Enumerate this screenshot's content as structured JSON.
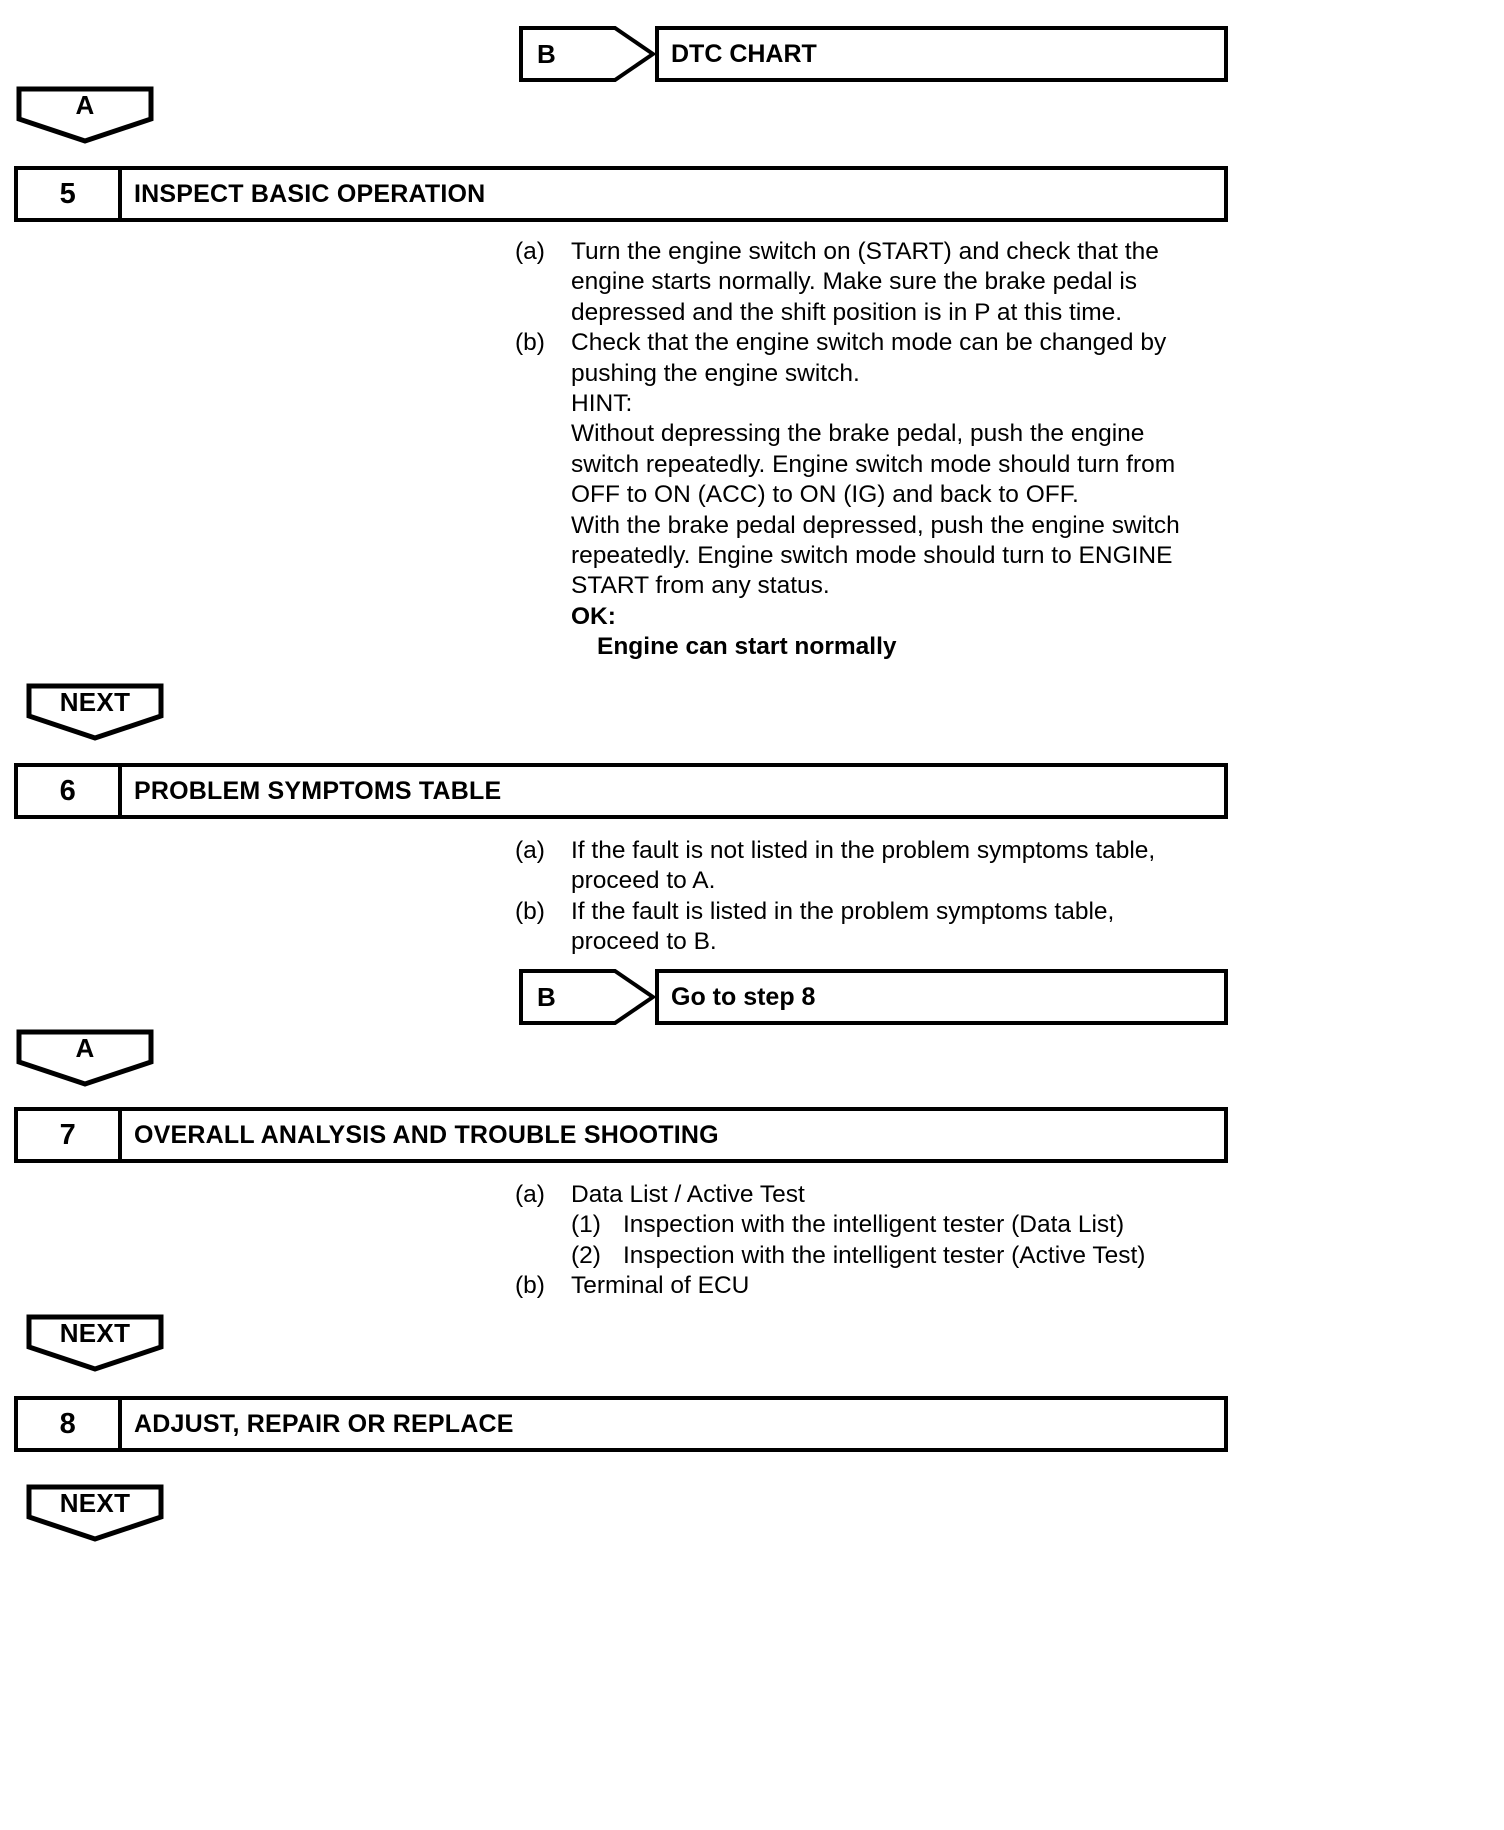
{
  "document": {
    "type": "service-manual-troubleshooting-flowchart"
  },
  "top_reference": {
    "tag": "B",
    "target": "DTC CHART"
  },
  "connectors": {
    "a_top": "A",
    "next_after_step5": "NEXT",
    "a_after_step6": "A",
    "next_after_step7": "NEXT",
    "next_after_step8": "NEXT"
  },
  "steps": [
    {
      "number": "5",
      "title": "INSPECT BASIC OPERATION",
      "items": [
        {
          "label": "(a)",
          "lines": [
            "Turn the engine switch on (START) and check that the",
            "engine starts normally. Make sure the brake pedal is",
            "depressed and the shift position is in P at this time."
          ]
        },
        {
          "label": "(b)",
          "lines": [
            "Check that the engine switch mode can be changed by",
            "pushing the engine switch."
          ]
        }
      ],
      "hint_label": "HINT:",
      "hint_lines": [
        "Without depressing the brake pedal, push the engine",
        "switch repeatedly. Engine switch mode should turn from",
        "OFF to ON (ACC) to ON (IG) and back to OFF.",
        "With the brake pedal depressed, push the engine switch",
        "repeatedly. Engine switch mode should turn to ENGINE",
        "START from any status."
      ],
      "ok_label": "OK:",
      "ok_text": "Engine can start normally"
    },
    {
      "number": "6",
      "title": "PROBLEM SYMPTOMS TABLE",
      "items": [
        {
          "label": "(a)",
          "lines": [
            "If the fault is not listed in the problem symptoms table,",
            "proceed to A."
          ]
        },
        {
          "label": "(b)",
          "lines": [
            "If the fault is listed in the problem symptoms table,",
            "proceed to B."
          ]
        }
      ],
      "reference": {
        "tag": "B",
        "target": "Go to step 8"
      }
    },
    {
      "number": "7",
      "title": "OVERALL ANALYSIS AND TROUBLE SHOOTING",
      "items": [
        {
          "label": "(a)",
          "lines": [
            "Data List / Active Test"
          ],
          "subitems": [
            {
              "label": "(1)",
              "text": "Inspection with the intelligent tester (Data List)"
            },
            {
              "label": "(2)",
              "text": "Inspection with the intelligent tester (Active Test)"
            }
          ]
        },
        {
          "label": "(b)",
          "lines": [
            "Terminal of ECU"
          ]
        }
      ]
    },
    {
      "number": "8",
      "title": "ADJUST, REPAIR OR REPLACE",
      "items": []
    }
  ]
}
